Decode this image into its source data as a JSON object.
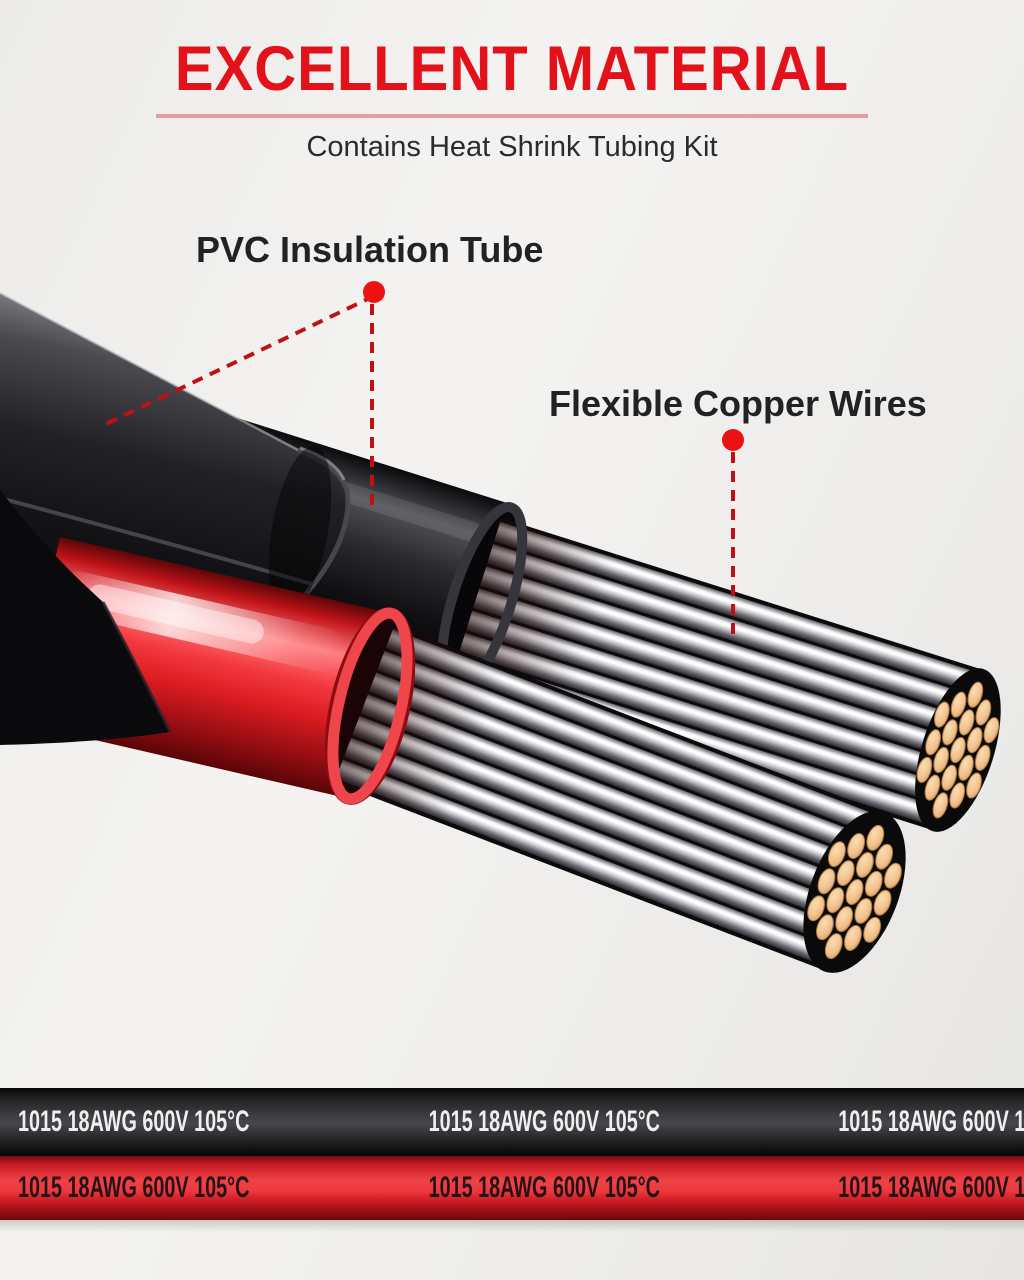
{
  "header": {
    "title": "EXCELLENT MATERIAL",
    "subtitle": "Contains Heat Shrink Tubing Kit"
  },
  "annotations": {
    "pvc": {
      "label": "PVC Insulation Tube"
    },
    "copper": {
      "label": "Flexible Copper Wires"
    }
  },
  "wire_marking": {
    "text": "1015 18AWG 600V 105°C",
    "repeats_per_wire": 3,
    "wires": [
      "black",
      "red"
    ]
  },
  "colors": {
    "background": "#efeeec",
    "title_red": "#e31119",
    "divider_pink": "#e49da0",
    "text_dark": "#2b2b2b",
    "annotation_red": "#bf1114",
    "dot_red": "#ee1111",
    "jacket_black": "#131315",
    "insulation_red": "#e8262b",
    "strand_silver": "#d9d9dd",
    "copper": "#f2c28f",
    "marking_white": "#efefef",
    "marking_dark": "#241317"
  }
}
